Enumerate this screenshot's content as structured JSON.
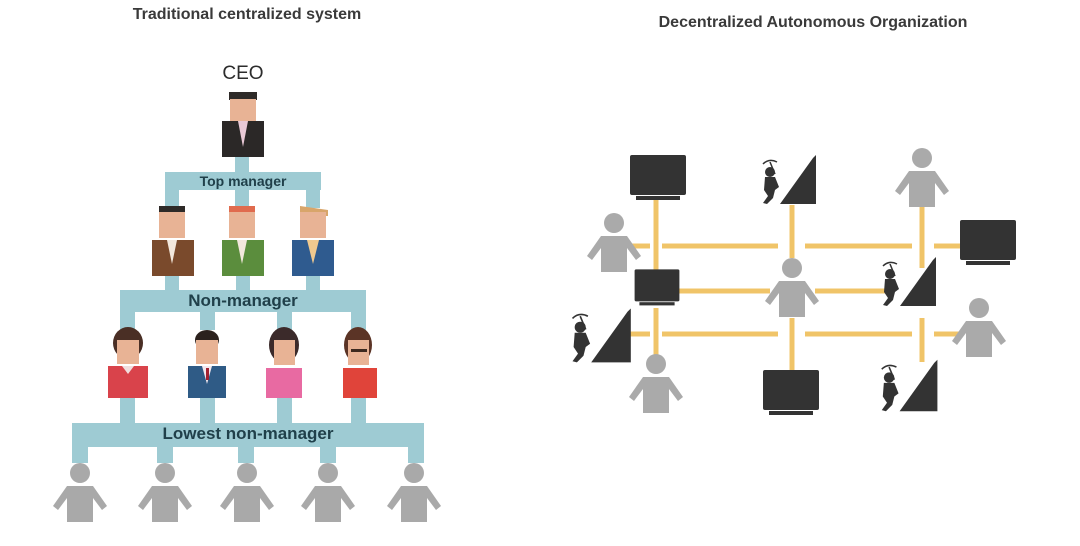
{
  "left_panel": {
    "title": "Traditional centralized system",
    "ceo_label": "CEO",
    "levels": [
      {
        "label": "Top manager",
        "count": 3
      },
      {
        "label": "Non-manager",
        "count": 4
      },
      {
        "label": "Lowest non-manager",
        "count": 5
      }
    ],
    "colors": {
      "connector": "#9cc8d1",
      "generic_person": "#a8a8a8"
    }
  },
  "right_panel": {
    "title": "Decentralized Autonomous Organization",
    "colors": {
      "connector": "#f2c565",
      "node_dark": "#333333",
      "person": "#aaaaaa"
    },
    "node_types": [
      "computer",
      "miner",
      "person"
    ]
  }
}
